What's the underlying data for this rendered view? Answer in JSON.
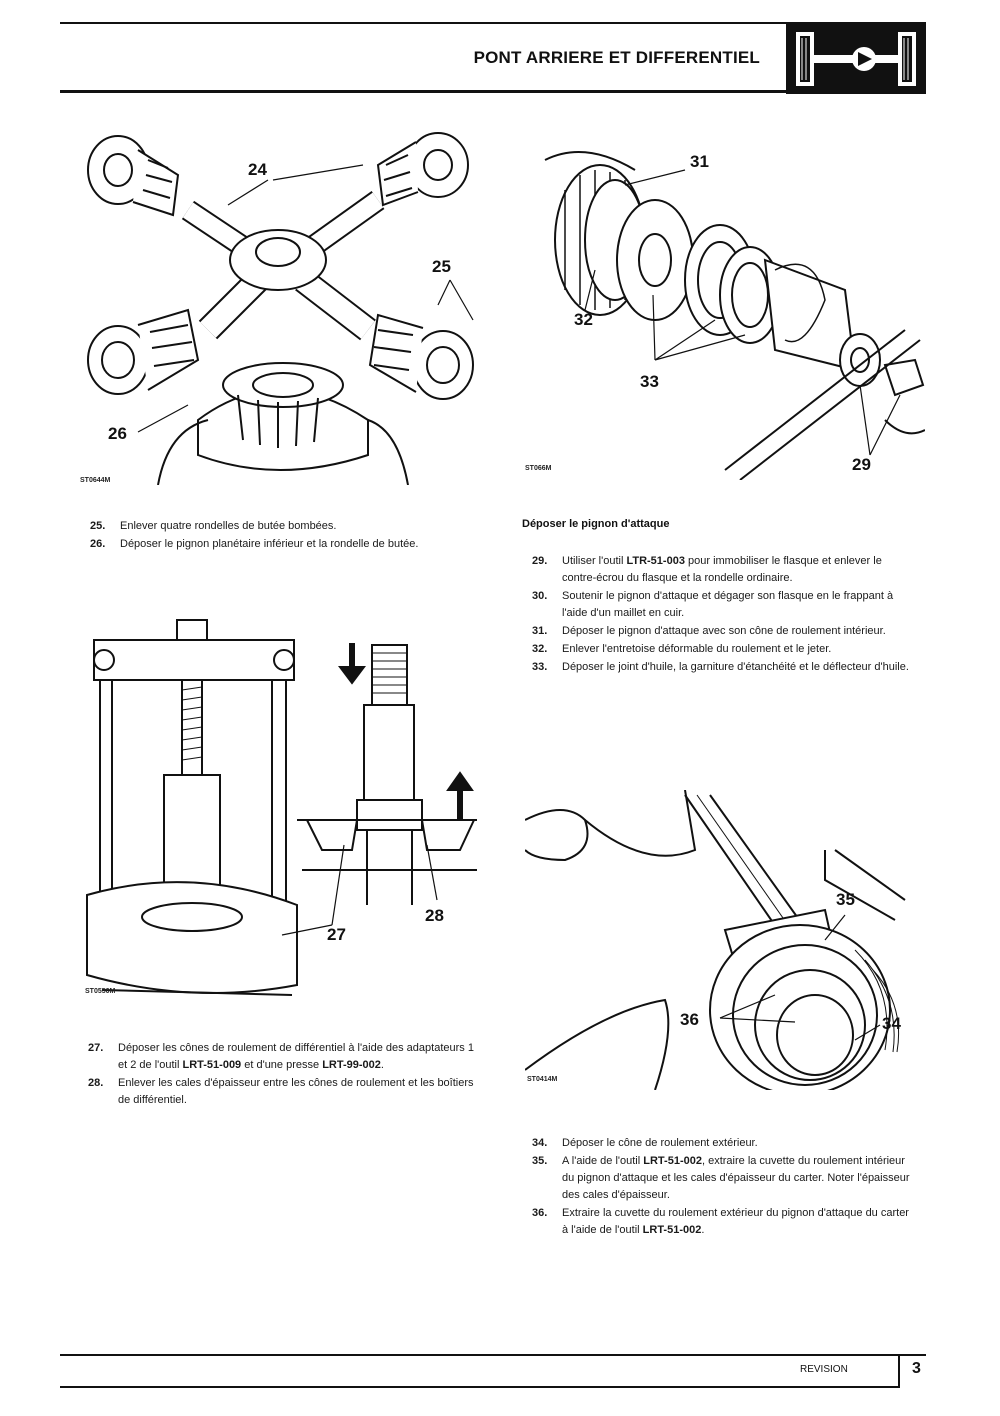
{
  "header": {
    "title": "PONT ARRIERE ET DIFFERENTIEL",
    "logo_icon": "axle-differential-icon"
  },
  "figures": {
    "fig1": {
      "code": "ST0644M",
      "callouts": [
        "24",
        "25",
        "26"
      ]
    },
    "fig2": {
      "code": "ST066M",
      "callouts": [
        "31",
        "32",
        "33",
        "29"
      ]
    },
    "fig3": {
      "code": "ST0550M",
      "callouts": [
        "27",
        "28"
      ]
    },
    "fig4": {
      "code": "ST0414M",
      "callouts": [
        "35",
        "36",
        "34"
      ]
    }
  },
  "sections": {
    "left_top": [
      {
        "num": "25.",
        "text": "Enlever quatre rondelles de butée bombées."
      },
      {
        "num": "26.",
        "text": "Déposer le pignon planétaire inférieur et la rondelle de butée."
      }
    ],
    "right_top": {
      "heading": "Déposer le pignon d'attaque",
      "steps": [
        {
          "num": "29.",
          "pre": "Utiliser l'outil ",
          "tool": "LTR-51-003",
          "post": " pour immobiliser le flasque et enlever le contre-écrou du flasque et la rondelle ordinaire."
        },
        {
          "num": "30.",
          "pre": "Soutenir le pignon d'attaque et dégager son flasque en le frappant à l'aide d'un maillet en cuir.",
          "tool": "",
          "post": ""
        },
        {
          "num": "31.",
          "pre": "Déposer le pignon d'attaque avec son cône de roulement intérieur.",
          "tool": "",
          "post": ""
        },
        {
          "num": "32.",
          "pre": "Enlever l'entretoise déformable du roulement et le jeter.",
          "tool": "",
          "post": ""
        },
        {
          "num": "33.",
          "pre": "Déposer le joint d'huile, la garniture d'étanchéité et le déflecteur d'huile.",
          "tool": "",
          "post": ""
        }
      ]
    },
    "left_bottom": [
      {
        "num": "27.",
        "pre": "Déposer les cônes de roulement de différentiel à l'aide des adaptateurs 1 et 2 de l'outil ",
        "tool": "LRT-51-009",
        "mid": " et d'une presse ",
        "tool2": "LRT-99-002",
        "post": "."
      },
      {
        "num": "28.",
        "pre": "Enlever les cales d'épaisseur entre les cônes de roulement et les boîtiers de différentiel.",
        "tool": "",
        "mid": "",
        "tool2": "",
        "post": ""
      }
    ],
    "right_bottom": [
      {
        "num": "34.",
        "pre": "Déposer le cône de roulement extérieur.",
        "tool": "",
        "post": ""
      },
      {
        "num": "35.",
        "pre": "A l'aide de l'outil ",
        "tool": "LRT-51-002",
        "post": ", extraire la cuvette du roulement intérieur du pignon d'attaque et les cales d'épaisseur du carter. Noter l'épaisseur des cales d'épaisseur."
      },
      {
        "num": "36.",
        "pre": "Extraire la cuvette du roulement extérieur du pignon d'attaque du carter à l'aide de l'outil ",
        "tool": "LRT-51-002",
        "post": "."
      }
    ]
  },
  "footer": {
    "code": "REVISION",
    "page": "3"
  }
}
